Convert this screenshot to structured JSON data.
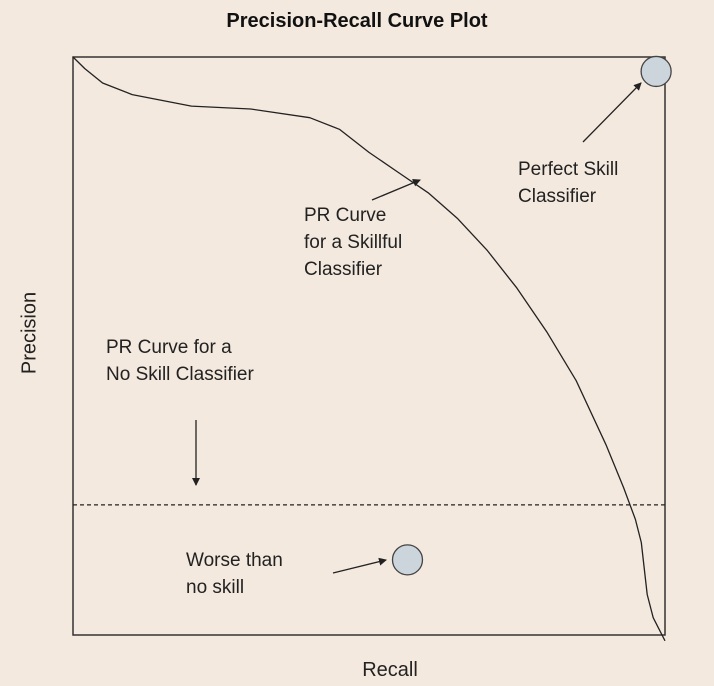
{
  "chart_data": {
    "type": "line",
    "title": "Precision-Recall Curve Plot",
    "xlabel": "Recall",
    "ylabel": "Precision",
    "xlim": [
      0,
      1
    ],
    "ylim": [
      0,
      1
    ],
    "grid": false,
    "series": [
      {
        "x": [
          0.0,
          0.02,
          0.05,
          0.1,
          0.2,
          0.3,
          0.4,
          0.45,
          0.5,
          0.55,
          0.6,
          0.65,
          0.7,
          0.75,
          0.8,
          0.85,
          0.9,
          0.93,
          0.95,
          0.96,
          0.97,
          0.98,
          1.0
        ],
        "y": [
          1.0,
          0.98,
          0.955,
          0.935,
          0.915,
          0.91,
          0.895,
          0.875,
          0.835,
          0.8,
          0.765,
          0.72,
          0.665,
          0.6,
          0.525,
          0.44,
          0.33,
          0.255,
          0.2,
          0.16,
          0.07,
          0.03,
          -0.01
        ]
      },
      {
        "x": [
          0,
          1
        ],
        "y": [
          0.225,
          0.225
        ],
        "style": "dashed"
      }
    ],
    "points": [
      {
        "x": 0.985,
        "y": 0.975
      },
      {
        "x": 0.565,
        "y": 0.13
      }
    ],
    "annotations": [
      {
        "id": "skillful",
        "lines": [
          "PR Curve",
          "for a Skillful",
          "Classifier"
        ]
      },
      {
        "id": "perfect",
        "lines": [
          "Perfect Skill",
          "Classifier"
        ]
      },
      {
        "id": "noskill",
        "lines": [
          "PR Curve for a",
          "No Skill Classifier"
        ]
      },
      {
        "id": "worse",
        "lines": [
          "Worse than",
          "no skill"
        ]
      }
    ]
  }
}
